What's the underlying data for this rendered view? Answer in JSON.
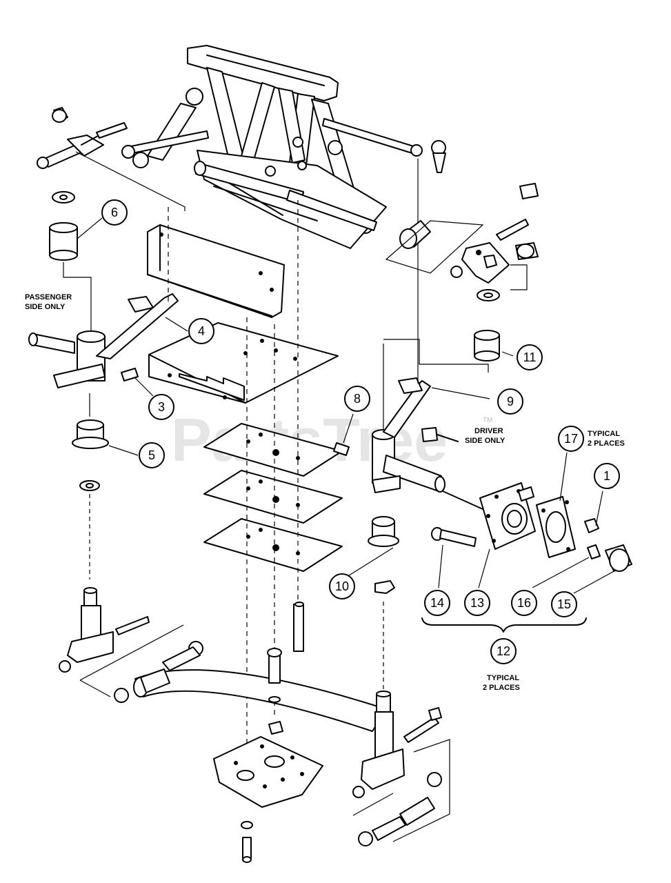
{
  "watermark": {
    "text": "PartsTree",
    "trademark": "TM"
  },
  "callouts": [
    {
      "id": "1",
      "label": "1"
    },
    {
      "id": "3",
      "label": "3"
    },
    {
      "id": "4",
      "label": "4"
    },
    {
      "id": "5",
      "label": "5"
    },
    {
      "id": "6",
      "label": "6"
    },
    {
      "id": "8",
      "label": "8"
    },
    {
      "id": "9",
      "label": "9"
    },
    {
      "id": "10",
      "label": "10"
    },
    {
      "id": "11",
      "label": "11"
    },
    {
      "id": "12",
      "label": "12"
    },
    {
      "id": "13",
      "label": "13"
    },
    {
      "id": "14",
      "label": "14"
    },
    {
      "id": "15",
      "label": "15"
    },
    {
      "id": "16",
      "label": "16"
    },
    {
      "id": "17",
      "label": "17"
    }
  ],
  "notes": {
    "passenger_side_line1": "PASSENGER",
    "passenger_side_line2": "SIDE ONLY",
    "driver_side_line1": "DRIVER",
    "driver_side_line2": "SIDE ONLY",
    "typical17_line1": "TYPICAL",
    "typical17_line2": "2 PLACES",
    "typical12_line1": "TYPICAL",
    "typical12_line2": "2 PLACES"
  }
}
